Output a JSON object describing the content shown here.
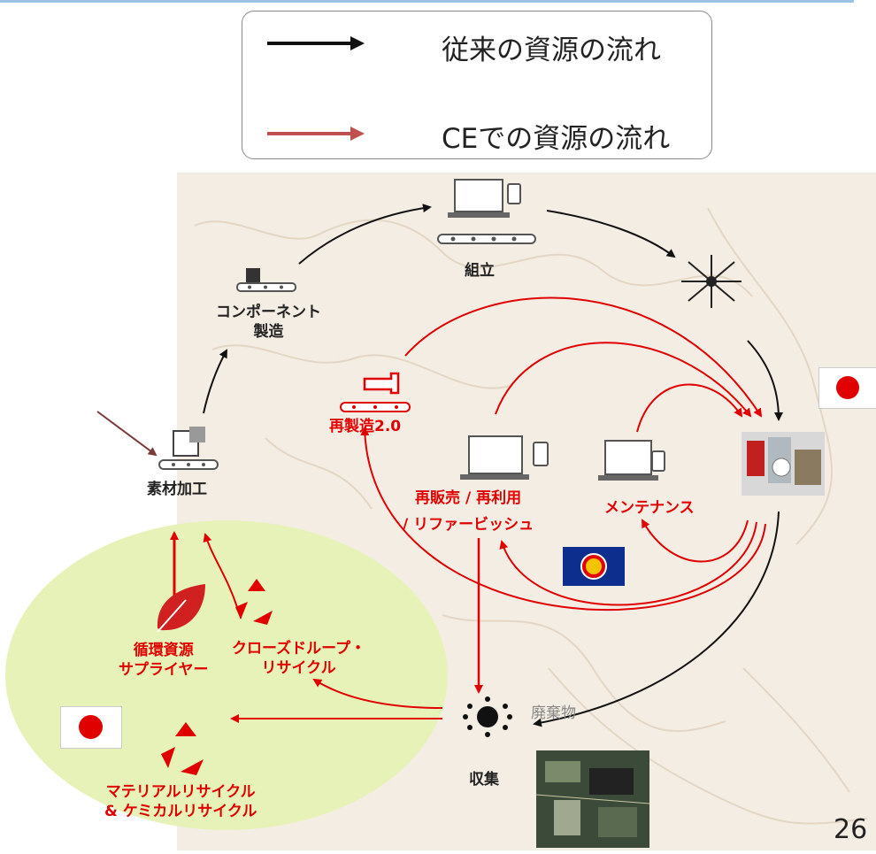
{
  "legend": {
    "traditional": "従来の資源の流れ",
    "ce": "CEでの資源の流れ"
  },
  "nodes": {
    "assembly": "組立",
    "component_line1": "コンポーネント",
    "component_line2": "製造",
    "material": "素材加工",
    "remanufacture": "再製造2.0",
    "resale_line1": "再販売 / 再利用",
    "resale_line2": "/ リファービッシュ",
    "maintenance": "メンテナンス",
    "collection": "収集",
    "waste": "廃棄物",
    "supplier_line1": "循環資源",
    "supplier_line2": "サプライヤー",
    "closed_loop_line1": "クローズドループ・",
    "closed_loop_line2": "リサイクル",
    "material_recycle_line1": "マテリアルリサイクル",
    "material_recycle_line2": "& ケミカルリサイクル"
  },
  "page_number": "26",
  "colors": {
    "black_flow": "#111111",
    "ce_flow": "#c0504d",
    "red_flow": "#e00000",
    "green_area": "#e6f2b8"
  }
}
